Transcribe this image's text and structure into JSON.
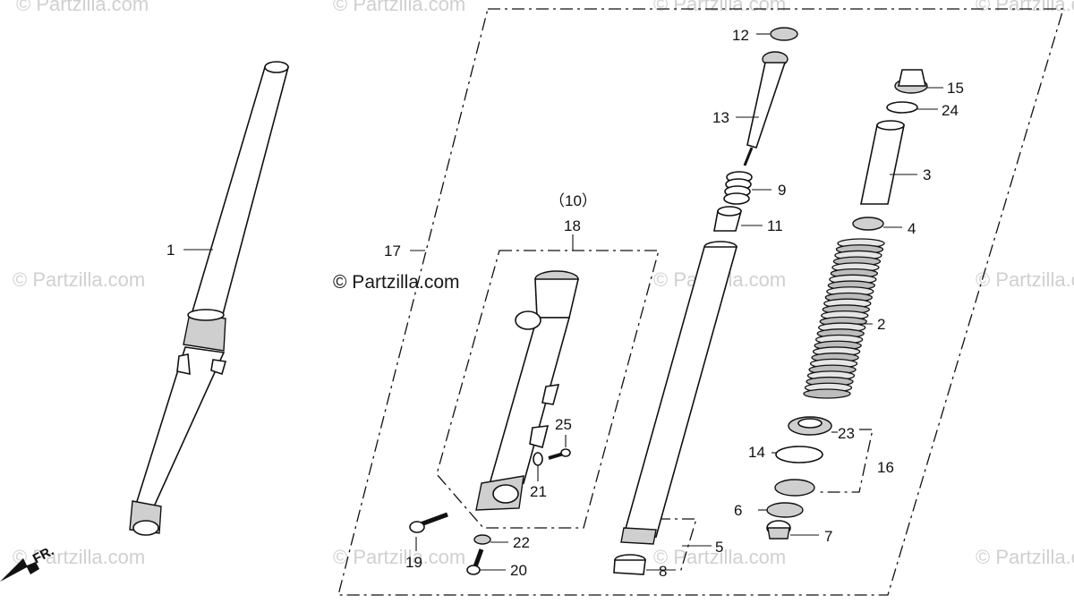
{
  "watermark": "© Partzilla.com",
  "brand_watermark": "© Partzilla.com",
  "front_indicator": "FR.",
  "callouts": {
    "c1": "1",
    "c2": "2",
    "c3": "3",
    "c4": "4",
    "c5": "5",
    "c6": "6",
    "c7": "7",
    "c8": "8",
    "c9": "9",
    "c10": "（10）",
    "c11": "11",
    "c12": "12",
    "c13": "13",
    "c14": "14",
    "c15": "15",
    "c16": "16",
    "c17": "17",
    "c18": "18",
    "c19": "19",
    "c20": "20",
    "c21": "21",
    "c22": "22",
    "c23": "23",
    "c24": "24",
    "c25": "25"
  }
}
